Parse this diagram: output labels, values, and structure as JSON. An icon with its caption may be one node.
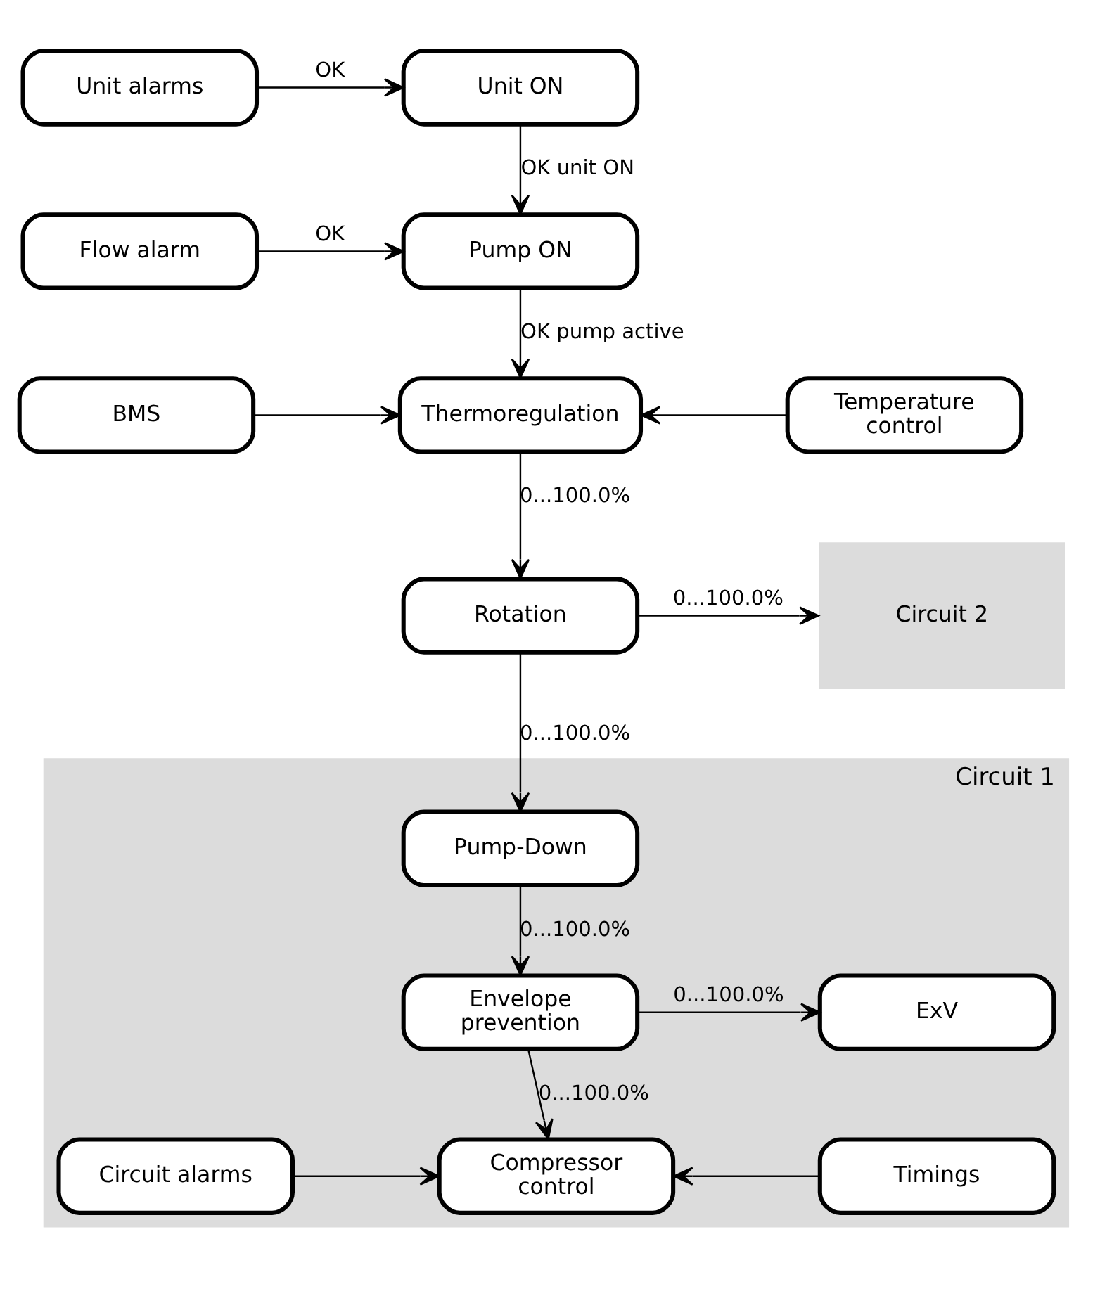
{
  "diagram": {
    "nodes": [
      {
        "text": [
          "Unit alarms"
        ]
      },
      {
        "text": [
          "Unit ON"
        ]
      },
      {
        "text": [
          "Flow alarm"
        ]
      },
      {
        "text": [
          "Pump ON"
        ]
      },
      {
        "text": [
          "BMS"
        ]
      },
      {
        "text": [
          "Thermoregulation"
        ]
      },
      {
        "text": [
          "Temperature control"
        ]
      },
      {
        "text": [
          "Rotation"
        ]
      },
      {
        "text": [
          "Circuit 2"
        ]
      },
      {
        "text": [
          "Circuit 1"
        ]
      },
      {
        "text": [
          "Pump-Down"
        ],
        "in": 9
      },
      {
        "text": [
          "Envelope prevention"
        ],
        "in": 9
      },
      {
        "text": [
          "ExV"
        ],
        "in": 9
      },
      {
        "text": [
          "Circuit alarms"
        ],
        "in": 9
      },
      {
        "text": [
          "Compressor control"
        ],
        "in": 9
      },
      {
        "text": [
          "Timings"
        ],
        "in": 9
      }
    ],
    "edges": [
      {
        "from": 0,
        "to": 1,
        "arrow": "to",
        "label": "OK"
      },
      {
        "from": 1,
        "to": 3,
        "arrow": "to",
        "label": "OK unit ON"
      },
      {
        "from": 2,
        "to": 3,
        "arrow": "to",
        "label": "OK"
      },
      {
        "from": 3,
        "to": 5,
        "arrow": "to",
        "label": "OK pump active"
      },
      {
        "from": 4,
        "to": 5,
        "arrow": "to"
      },
      {
        "from": 6,
        "to": 5,
        "arrow": "to"
      },
      {
        "from": 5,
        "to": 7,
        "arrow": "to",
        "label": "0...100.0%"
      },
      {
        "from": 7,
        "to": 8,
        "arrow": "to",
        "label": "0...100.0%"
      },
      {
        "from": 7,
        "to": 10,
        "arrow": "to",
        "label": "0...100.0%"
      },
      {
        "from": 10,
        "to": 11,
        "arrow": "to",
        "label": "0...100.0%"
      },
      {
        "from": 11,
        "to": 12,
        "arrow": "to",
        "label": "0...100.0%"
      },
      {
        "from": 11,
        "to": 14,
        "arrow": "to",
        "label": "0...100.0%"
      },
      {
        "from": 13,
        "to": 14,
        "arrow": "to"
      },
      {
        "from": 15,
        "to": 14,
        "arrow": "to"
      }
    ]
  }
}
